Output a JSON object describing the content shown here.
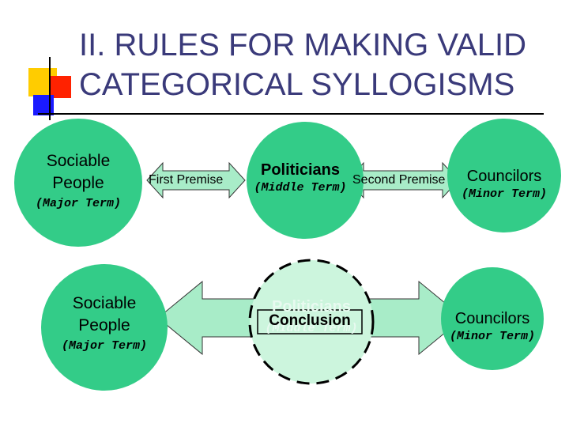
{
  "title": {
    "line1": "II. RULES FOR MAKING VALID",
    "line2": "CATEGORICAL SYLLOGISMS"
  },
  "top_row": {
    "major": {
      "term_line1": "Sociable",
      "term_line2": "People",
      "role": "(Major Term)"
    },
    "first_premise": "First Premise",
    "middle": {
      "term": "Politicians",
      "role": "(Middle Term)"
    },
    "second_premise": "Second Premise",
    "minor": {
      "term": "Councilors",
      "role": "(Minor Term)"
    }
  },
  "bottom_row": {
    "major": {
      "term_line1": "Sociable",
      "term_line2": "People",
      "role": "(Major Term)"
    },
    "conclusion": "Conclusion",
    "faded_middle_term": "Politicians",
    "faded_middle_role": "(Middle Term)",
    "minor": {
      "term": "Councilors",
      "role": "(Minor Term)"
    }
  },
  "colors": {
    "circle_fill": "#33cc88",
    "faded_circle_fill": "#ccf5dd",
    "arrow_fill": "#a8ecc8",
    "title_color": "#3a3a7a"
  }
}
